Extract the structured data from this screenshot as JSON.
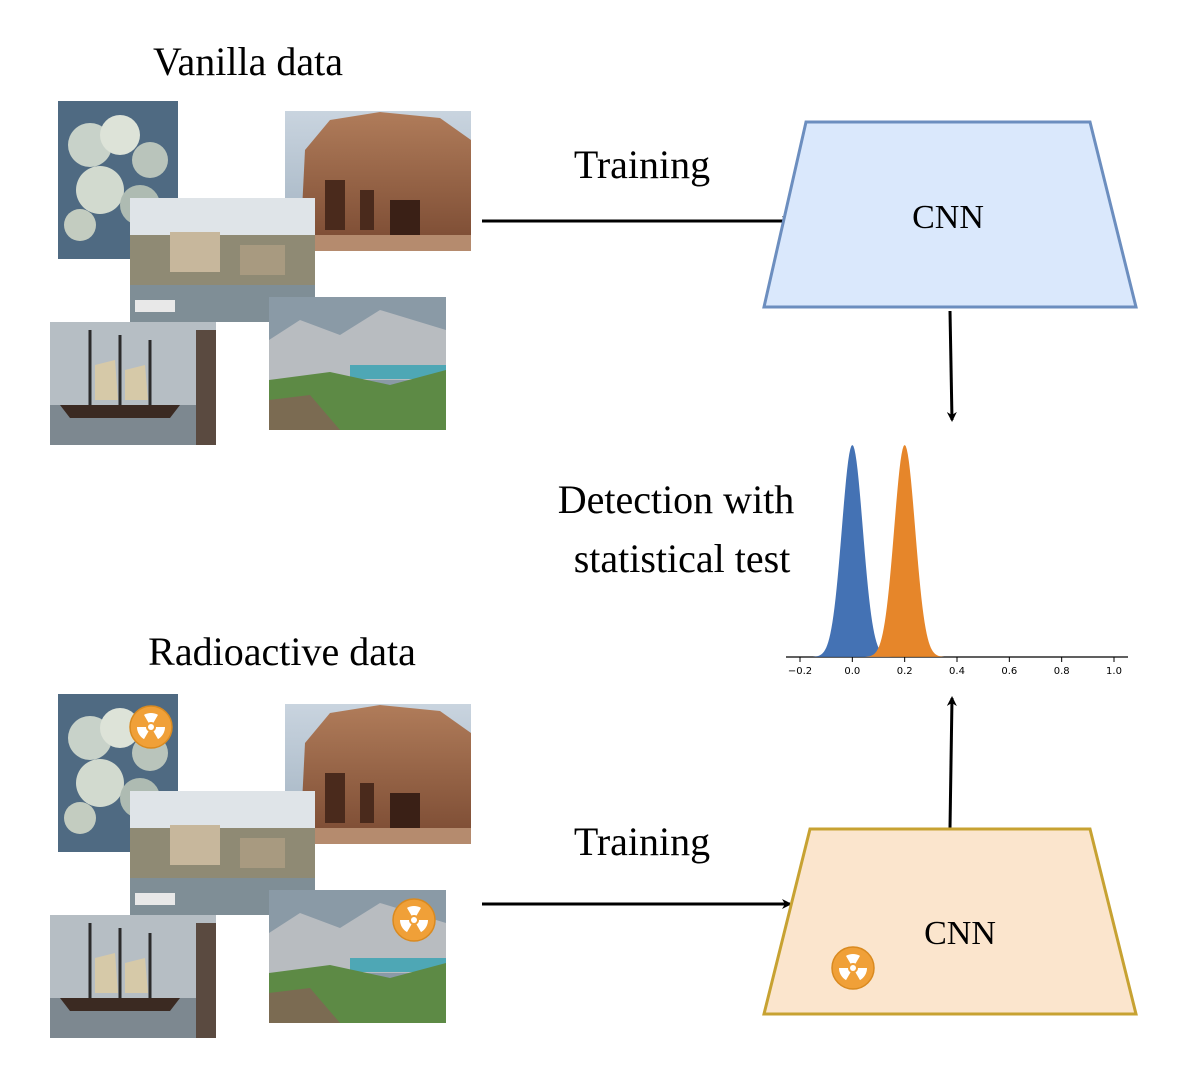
{
  "sections": {
    "vanilla": {
      "title": "Vanilla data"
    },
    "radioactive": {
      "title": "Radioactive data"
    }
  },
  "arrows": {
    "top_label": "Training",
    "bottom_label": "Training"
  },
  "models": {
    "top": {
      "label": "CNN",
      "fill": "#dae8fc",
      "stroke": "#6c8ebf"
    },
    "bottom": {
      "label": "CNN",
      "fill": "#fbe5cd",
      "stroke": "#c7a232"
    }
  },
  "detection": {
    "line1": "Detection with",
    "line2": "statistical test"
  },
  "images": [
    {
      "icon": "coral-photo",
      "radioactive": true
    },
    {
      "icon": "harbor-town-photo",
      "radioactive": false
    },
    {
      "icon": "rock-temple-photo",
      "radioactive": false
    },
    {
      "icon": "sailing-ship-photo",
      "radioactive": false
    },
    {
      "icon": "mountain-lake-photo",
      "radioactive": true
    }
  ],
  "colors": {
    "vanilla": "#4472b4",
    "radioactive": "#e6862a",
    "radioactive_badge": "#f0a038"
  },
  "chart_data": {
    "type": "area",
    "x_ticks": [
      "-0.2",
      "0.0",
      "0.2",
      "0.4",
      "0.6",
      "0.8",
      "1.0"
    ],
    "xlim": [
      -0.25,
      1.05
    ],
    "series": [
      {
        "mean": 0.0,
        "std": 0.04,
        "color": "#4472b4"
      },
      {
        "mean": 0.2,
        "std": 0.04,
        "color": "#e6862a"
      }
    ]
  }
}
